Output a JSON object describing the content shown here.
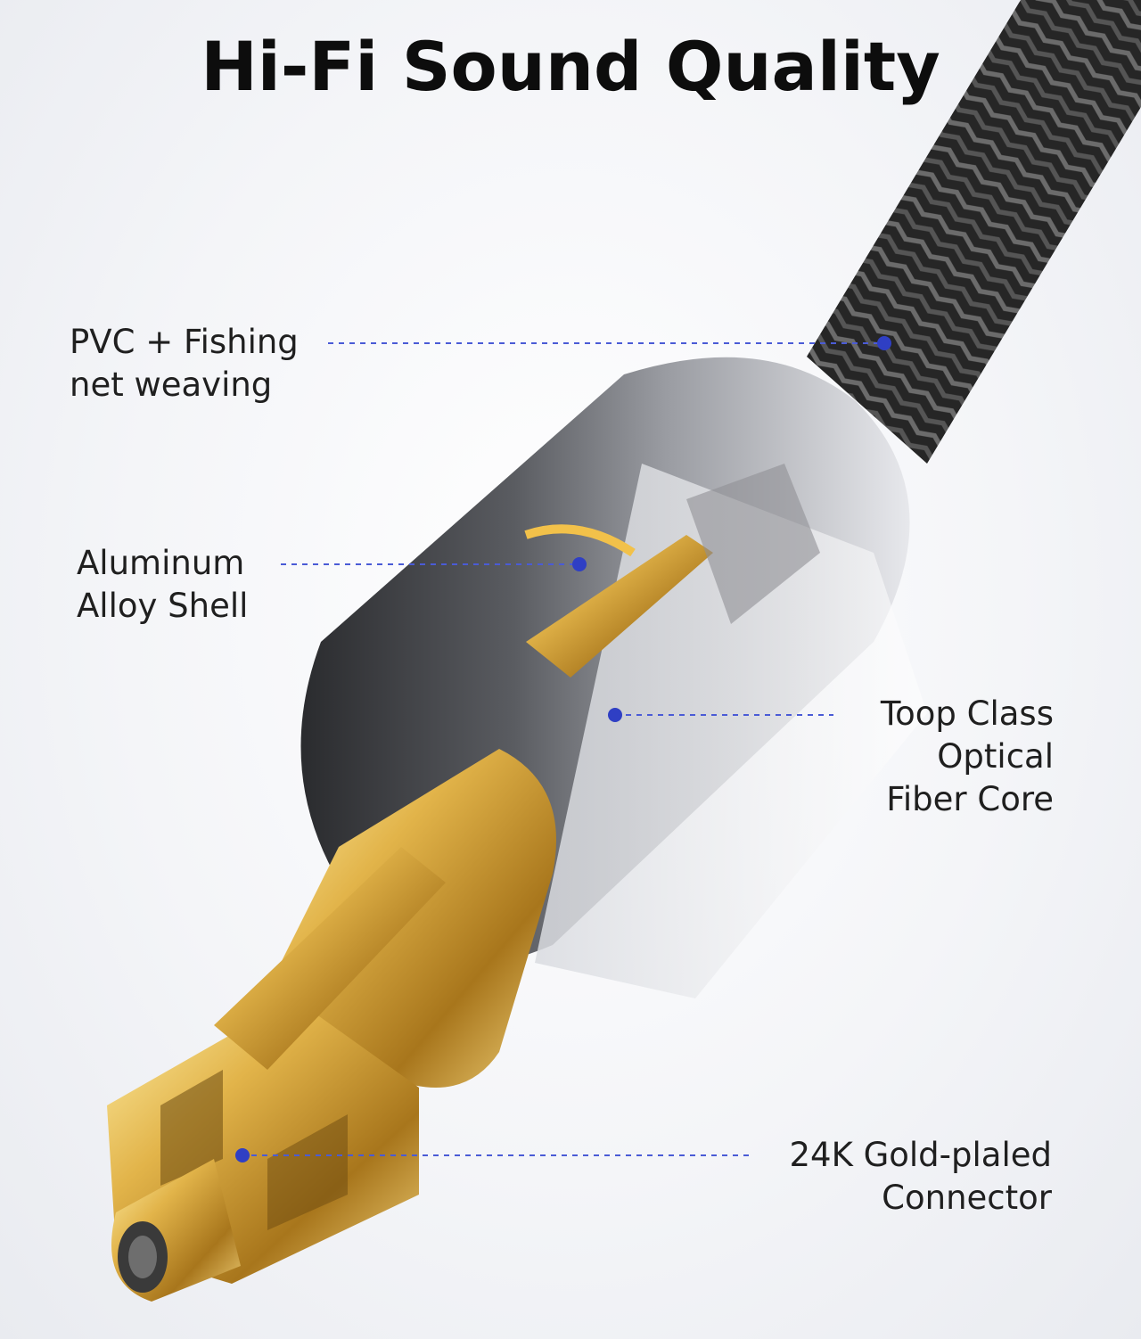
{
  "title": "Hi-Fi Sound Quality",
  "callouts": [
    {
      "lines": [
        "PVC + Fishing",
        "net weaving"
      ]
    },
    {
      "lines": [
        "Aluminum",
        "Alloy Shell"
      ]
    },
    {
      "lines": [
        "Toop Class",
        "Optical",
        "Fiber Core"
      ]
    },
    {
      "lines": [
        "24K Gold-plaled",
        "Connector"
      ]
    }
  ],
  "colors": {
    "leader_line": "#3a4bd0",
    "gold": "#c9a23a",
    "braid": "#2b2b2b"
  }
}
